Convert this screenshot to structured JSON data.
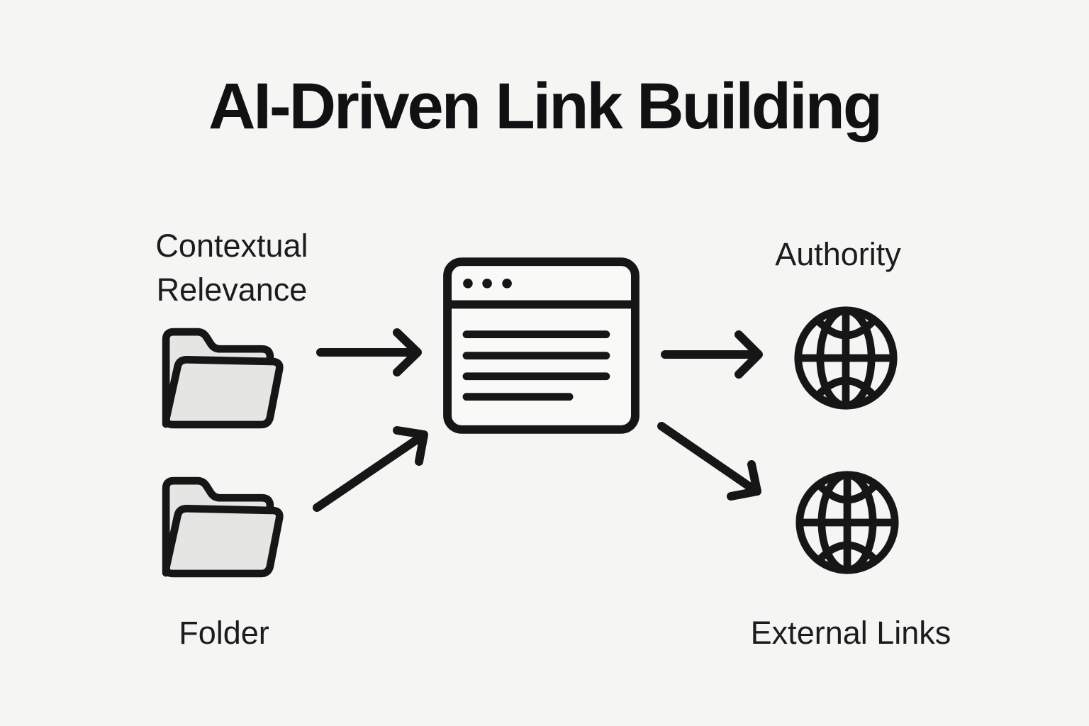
{
  "title": "AI-Driven Link Building",
  "labels": {
    "contextual_relevance": "Contextual Relevance",
    "folder": "Folder",
    "authority": "Authority",
    "external_links": "External Links"
  },
  "icons": [
    {
      "name": "folder-icon",
      "meaning": "open folder",
      "count": 2
    },
    {
      "name": "browser-window-icon",
      "meaning": "web page with text lines"
    },
    {
      "name": "globe-icon",
      "meaning": "website / web",
      "count": 2
    }
  ],
  "edges": [
    {
      "from": "contextual-relevance-folder",
      "to": "browser-window",
      "style": "arrow-right"
    },
    {
      "from": "folder",
      "to": "browser-window",
      "style": "arrow-up-right"
    },
    {
      "from": "browser-window",
      "to": "authority-globe",
      "style": "arrow-right"
    },
    {
      "from": "browser-window",
      "to": "external-links-globe",
      "style": "arrow-down-right"
    }
  ],
  "colors": {
    "background": "#f5f5f3",
    "ink": "#161616",
    "title_ink": "#111113",
    "folder_fill": "#e5e5e3",
    "window_fill": "#f9f9f7"
  }
}
